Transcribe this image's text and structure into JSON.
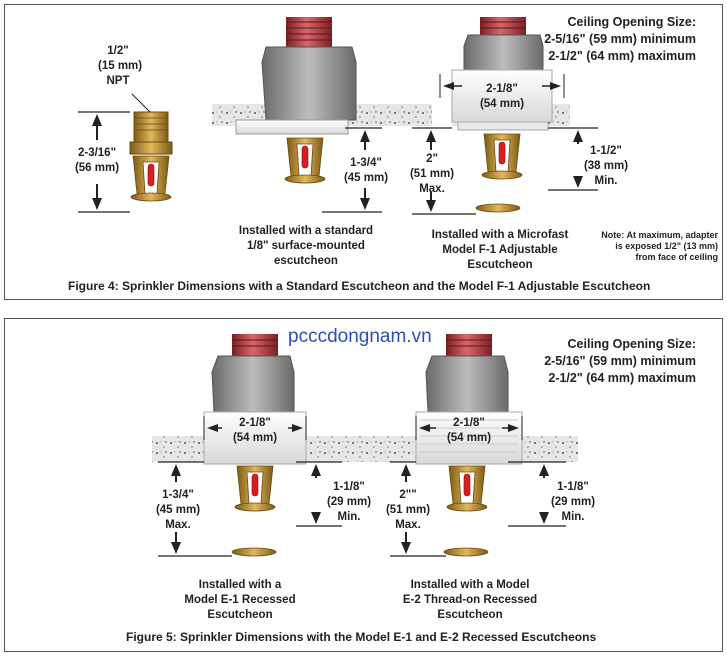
{
  "figure4": {
    "caption": "Figure 4:  Sprinkler Dimensions with a Standard Escutcheon and the Model F-1 Adjustable Escutcheon",
    "npt_size": "1/2\"",
    "npt_size_mm": "(15 mm)",
    "npt_label": "NPT",
    "sprinkler_height": "2-3/16\"",
    "sprinkler_height_mm": "(56 mm)",
    "left_recess": "1-3/4\"",
    "left_recess_mm": "(45 mm)",
    "left_caption": [
      "Installed with a standard",
      "1/8\" surface-mounted",
      "escutcheon"
    ],
    "right_max": "2\"",
    "right_max_mm": "(51 mm)",
    "right_max_label": "Max.",
    "right_width": "2-1/8\"",
    "right_width_mm": "(54 mm)",
    "right_min": "1-1/2\"",
    "right_min_mm": "(38 mm)",
    "right_min_label": "Min.",
    "right_caption": [
      "Installed with a Microfast",
      "Model F-1 Adjustable",
      "Escutcheon"
    ],
    "note": [
      "Note: At maximum, adapter",
      "is exposed 1/2\" (13 mm)",
      "from face of ceiling"
    ],
    "ceiling_opening": [
      "Ceiling Opening Size:",
      "2-5/16\" (59 mm) minimum",
      "2-1/2\" (64 mm) maximum"
    ]
  },
  "figure5": {
    "caption": "Figure 5:  Sprinkler Dimensions with the Model E-1 and E-2 Recessed Escutcheons",
    "watermark": "pcccdongnam.vn",
    "ceiling_opening": [
      "Ceiling Opening Size:",
      "2-5/16\" (59 mm) minimum",
      "2-1/2\" (64 mm) maximum"
    ],
    "left_width": "2-1/8\"",
    "left_width_mm": "(54 mm)",
    "left_max": "1-3/4\"",
    "left_max_mm": "(45 mm)",
    "left_max_label": "Max.",
    "left_min": "1-1/8\"",
    "left_min_mm": "(29 mm)",
    "left_min_label": "Min.",
    "left_caption": [
      "Installed with a",
      "Model E-1 Recessed",
      "Escutcheon"
    ],
    "right_width": "2-1/8\"",
    "right_width_mm": "(54 mm)",
    "right_max": "2\"\"",
    "right_max_mm": "(51 mm)",
    "right_max_label": "Max.",
    "right_min": "1-1/8\"",
    "right_min_mm": "(29 mm)",
    "right_min_label": "Min.",
    "right_caption": [
      "Installed with a Model",
      "E-2 Thread-on  Recessed",
      "Escutcheon"
    ]
  },
  "colors": {
    "brass": "#b8862a",
    "pipe_red": "#b8353a",
    "fitting_gray": "#8e8e8e",
    "ceiling": "#e4e4e4",
    "escutcheon": "#f6f6f6",
    "bulb": "#d81f1f",
    "watermark": "#2b4fb8"
  }
}
